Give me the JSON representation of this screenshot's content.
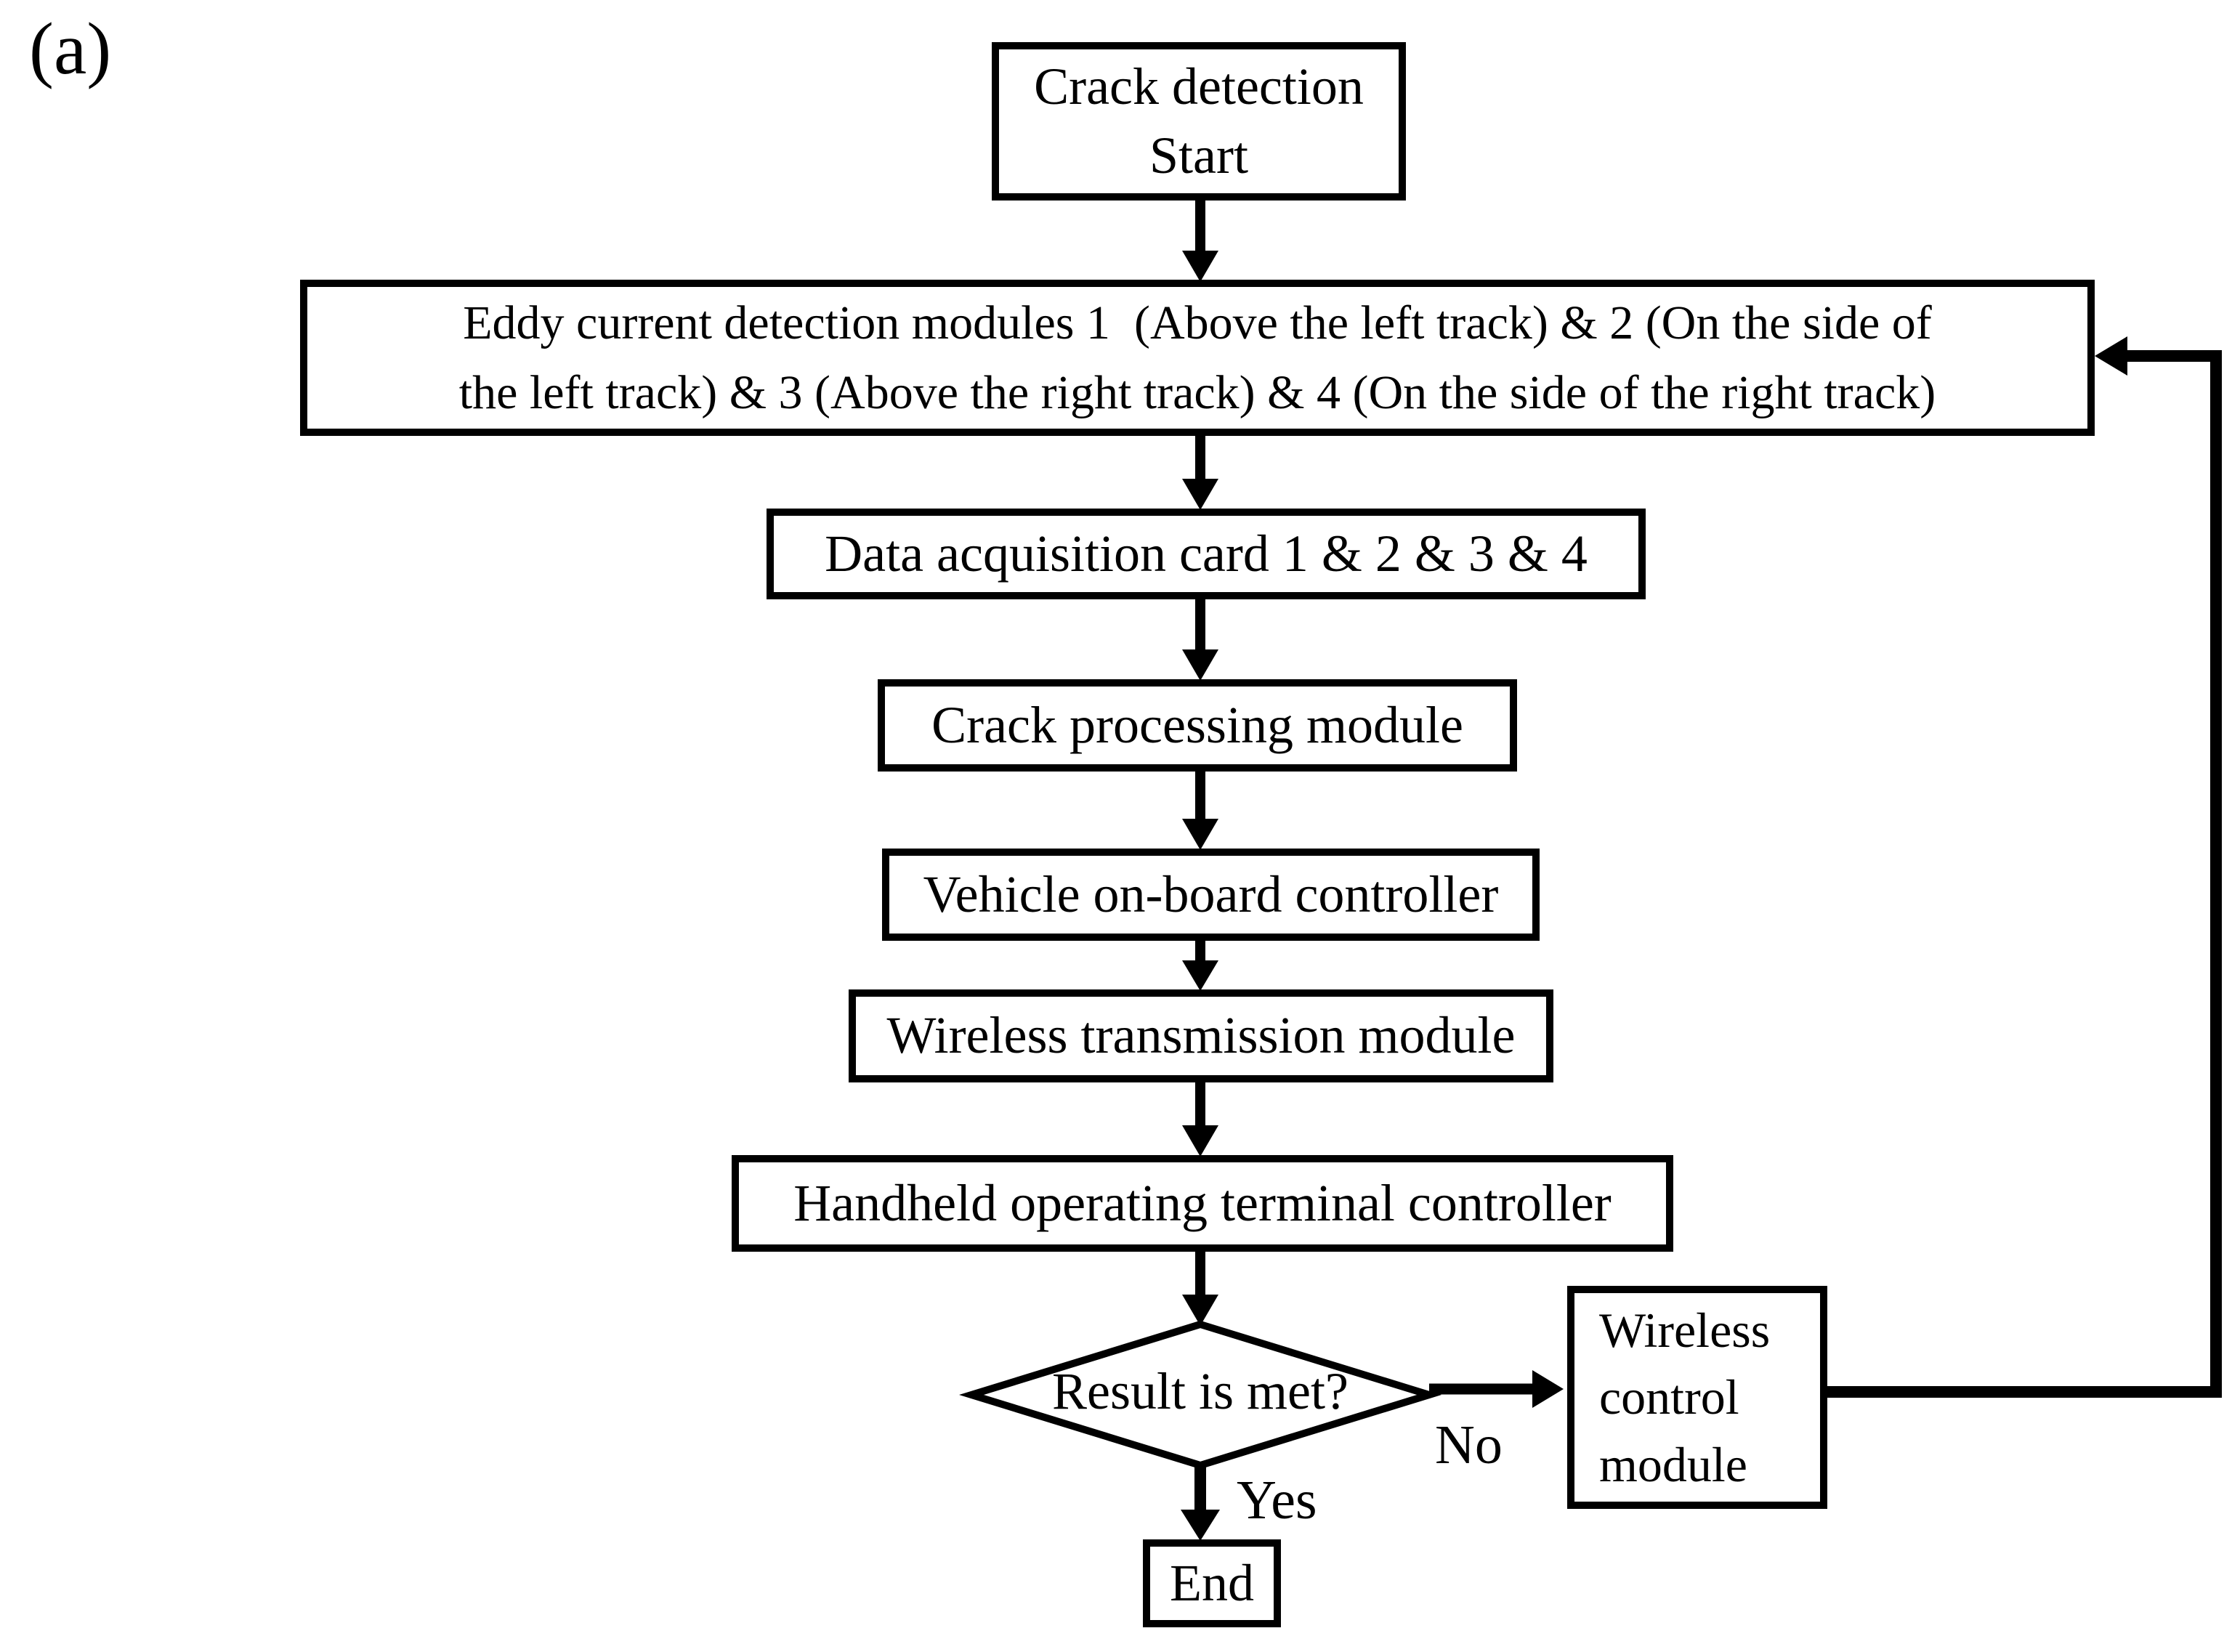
{
  "figure_label": "(a)",
  "flowchart": {
    "nodes": {
      "start": "Crack detection\nStart",
      "eddy_modules": "Eddy current detection modules 1  (Above the left track) & 2 (On the side of\nthe left track) & 3 (Above the right track) & 4 (On the side of the right track)",
      "data_acquisition": "Data acquisition card 1 & 2 & 3 & 4",
      "crack_processing": "Crack processing module",
      "vehicle_controller": "Vehicle on-board controller",
      "wireless_transmission": "Wireless transmission module",
      "handheld_terminal": "Handheld operating terminal controller",
      "decision": "Result is met?",
      "end": "End",
      "wireless_control": "Wireless\ncontrol\nmodule"
    },
    "edge_labels": {
      "yes": "Yes",
      "no": "No"
    },
    "colors": {
      "line": "#000000",
      "background": "#ffffff",
      "text": "#000000"
    }
  }
}
